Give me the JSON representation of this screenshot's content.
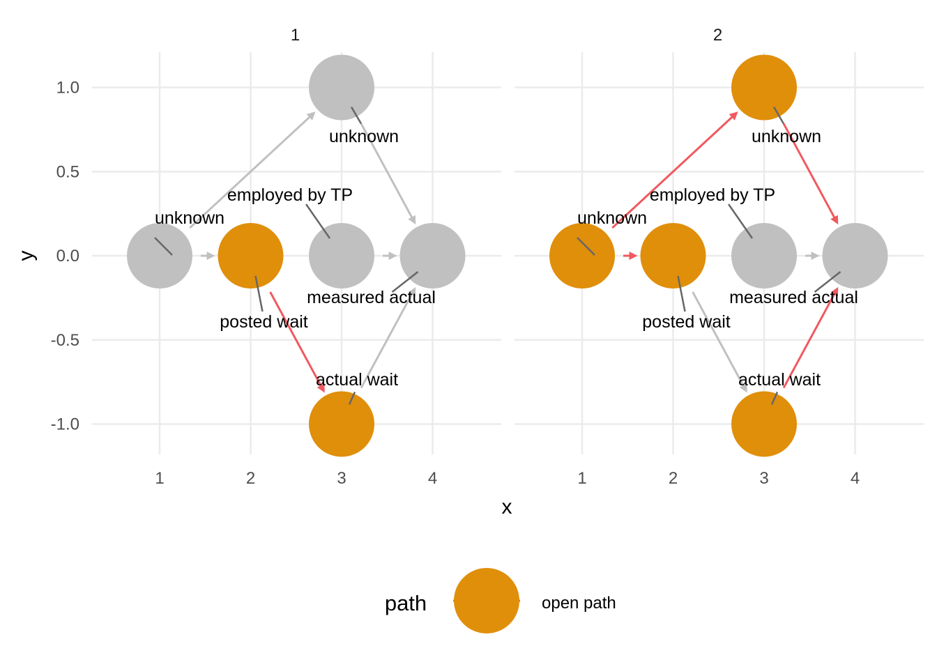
{
  "chart_data": {
    "type": "scatter",
    "subtype": "dag",
    "xlabel": "x",
    "ylabel": "y",
    "xlim": [
      0.3,
      4.75
    ],
    "ylim": [
      -1.16,
      1.2
    ],
    "x_ticks": [
      "1",
      "2",
      "3",
      "4"
    ],
    "y_ticks": [
      "1.0",
      "0.5",
      "0.0",
      "-0.5",
      "-1.0"
    ],
    "grid": true,
    "colors": {
      "open_node": "#e08f0b",
      "closed_node": "#c0c0c0",
      "open_edge": "#f0595f",
      "closed_edge": "#c0c0c0",
      "grid": "#ebebeb",
      "label_segment": "#666666"
    },
    "panels": [
      {
        "title": "1",
        "nodes": [
          {
            "id": "U1",
            "x": 1,
            "y": 0,
            "label": "unknown",
            "on_path": false
          },
          {
            "id": "PW",
            "x": 2,
            "y": 0,
            "label": "posted wait",
            "on_path": true
          },
          {
            "id": "E",
            "x": 3,
            "y": 0,
            "label": "employed by TP",
            "on_path": false
          },
          {
            "id": "U2",
            "x": 3,
            "y": 1,
            "label": "unknown",
            "on_path": false
          },
          {
            "id": "M",
            "x": 4,
            "y": 0,
            "label": "measured actual",
            "on_path": false
          },
          {
            "id": "AW",
            "x": 3,
            "y": -1,
            "label": "actual wait",
            "on_path": true
          }
        ],
        "edges": [
          {
            "from": "U1",
            "to": "PW",
            "on_path": false
          },
          {
            "from": "U1",
            "to": "U2",
            "on_path": false
          },
          {
            "from": "E",
            "to": "M",
            "on_path": false
          },
          {
            "from": "U2",
            "to": "M",
            "on_path": false
          },
          {
            "from": "AW",
            "to": "M",
            "on_path": false
          },
          {
            "from": "PW",
            "to": "AW",
            "on_path": true
          }
        ]
      },
      {
        "title": "2",
        "nodes": [
          {
            "id": "U1",
            "x": 1,
            "y": 0,
            "label": "unknown",
            "on_path": true
          },
          {
            "id": "PW",
            "x": 2,
            "y": 0,
            "label": "posted wait",
            "on_path": true
          },
          {
            "id": "E",
            "x": 3,
            "y": 0,
            "label": "employed by TP",
            "on_path": false
          },
          {
            "id": "U2",
            "x": 3,
            "y": 1,
            "label": "unknown",
            "on_path": true
          },
          {
            "id": "M",
            "x": 4,
            "y": 0,
            "label": "measured actual",
            "on_path": false
          },
          {
            "id": "AW",
            "x": 3,
            "y": -1,
            "label": "actual wait",
            "on_path": true
          }
        ],
        "edges": [
          {
            "from": "U1",
            "to": "PW",
            "on_path": true
          },
          {
            "from": "U1",
            "to": "U2",
            "on_path": true
          },
          {
            "from": "E",
            "to": "M",
            "on_path": false
          },
          {
            "from": "U2",
            "to": "M",
            "on_path": true
          },
          {
            "from": "AW",
            "to": "M",
            "on_path": true
          },
          {
            "from": "PW",
            "to": "AW",
            "on_path": false
          }
        ]
      }
    ],
    "legend": {
      "title": "path",
      "entries": [
        {
          "label": "open path",
          "color": "#e08f0b"
        }
      ],
      "position": "bottom"
    }
  }
}
